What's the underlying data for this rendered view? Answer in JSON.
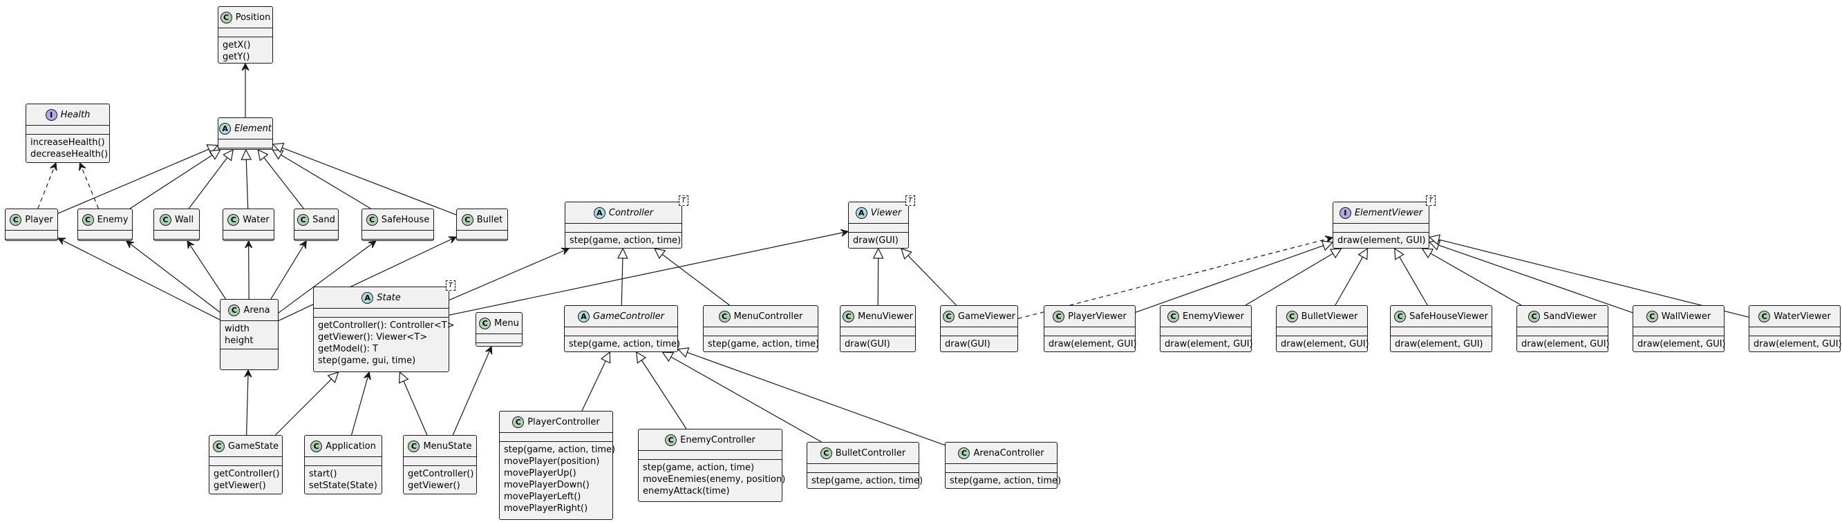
{
  "classes": {
    "position": {
      "name": "Position",
      "kind": "C",
      "methods": [
        "getX()",
        "getY()"
      ]
    },
    "element": {
      "name": "Element",
      "kind": "A"
    },
    "health": {
      "name": "Health",
      "kind": "I",
      "methods": [
        "increaseHealth()",
        "decreaseHealth()"
      ]
    },
    "player": {
      "name": "Player",
      "kind": "C"
    },
    "enemy": {
      "name": "Enemy",
      "kind": "C"
    },
    "wall": {
      "name": "Wall",
      "kind": "C"
    },
    "water": {
      "name": "Water",
      "kind": "C"
    },
    "sand": {
      "name": "Sand",
      "kind": "C"
    },
    "safehouse": {
      "name": "SafeHouse",
      "kind": "C"
    },
    "bullet": {
      "name": "Bullet",
      "kind": "C"
    },
    "arena": {
      "name": "Arena",
      "kind": "C",
      "fields": [
        "width",
        "height"
      ]
    },
    "state": {
      "name": "State",
      "kind": "A",
      "type_param": "T",
      "methods": [
        "getController(): Controller<T>",
        "getViewer(): Viewer<T>",
        "getModel(): T",
        "step(game, gui, time)"
      ]
    },
    "menu": {
      "name": "Menu",
      "kind": "C"
    },
    "gamestate": {
      "name": "GameState",
      "kind": "C",
      "methods": [
        "getController()",
        "getViewer()"
      ]
    },
    "application": {
      "name": "Application",
      "kind": "C",
      "methods": [
        "start()",
        "setState(State)"
      ]
    },
    "menustate": {
      "name": "MenuState",
      "kind": "C",
      "methods": [
        "getController()",
        "getViewer()"
      ]
    },
    "controller": {
      "name": "Controller",
      "kind": "A",
      "type_param": "T",
      "methods": [
        "step(game, action, time)"
      ]
    },
    "gamecontroller": {
      "name": "GameController",
      "kind": "A",
      "methods": [
        "step(game, action, time)"
      ]
    },
    "menucontroller": {
      "name": "MenuController",
      "kind": "C",
      "methods": [
        "step(game, action, time)"
      ]
    },
    "playercontroller": {
      "name": "PlayerController",
      "kind": "C",
      "methods": [
        "step(game, action, time)",
        "movePlayer(position)",
        "movePlayerUp()",
        "movePlayerDown()",
        "movePlayerLeft()",
        "movePlayerRight()"
      ]
    },
    "enemycontroller": {
      "name": "EnemyController",
      "kind": "C",
      "methods": [
        "step(game, action, time)",
        "moveEnemies(enemy, position)",
        "enemyAttack(time)"
      ]
    },
    "bulletcontroller": {
      "name": "BulletController",
      "kind": "C",
      "methods": [
        "step(game, action, time)"
      ]
    },
    "arenacontroller": {
      "name": "ArenaController",
      "kind": "C",
      "methods": [
        "step(game, action, time)"
      ]
    },
    "viewer": {
      "name": "Viewer",
      "kind": "A",
      "type_param": "T",
      "methods": [
        "draw(GUI)"
      ]
    },
    "menuviewer": {
      "name": "MenuViewer",
      "kind": "C",
      "methods": [
        "draw(GUI)"
      ]
    },
    "gameviewer": {
      "name": "GameViewer",
      "kind": "C",
      "methods": [
        "draw(GUI)"
      ]
    },
    "elementviewer": {
      "name": "ElementViewer",
      "kind": "I",
      "type_param": "T",
      "methods": [
        "draw(element, GUI)"
      ]
    },
    "playerviewer": {
      "name": "PlayerViewer",
      "kind": "C",
      "methods": [
        "draw(element, GUI)"
      ]
    },
    "enemyviewer": {
      "name": "EnemyViewer",
      "kind": "C",
      "methods": [
        "draw(element, GUI)"
      ]
    },
    "bulletviewer": {
      "name": "BulletViewer",
      "kind": "C",
      "methods": [
        "draw(element, GUI)"
      ]
    },
    "safehouseviewer": {
      "name": "SafeHouseViewer",
      "kind": "C",
      "methods": [
        "draw(element, GUI)"
      ]
    },
    "sandviewer": {
      "name": "SandViewer",
      "kind": "C",
      "methods": [
        "draw(element, GUI)"
      ]
    },
    "wallviewer": {
      "name": "WallViewer",
      "kind": "C",
      "methods": [
        "draw(element, GUI)"
      ]
    },
    "waterviewer": {
      "name": "WaterViewer",
      "kind": "C",
      "methods": [
        "draw(element, GUI)"
      ]
    }
  },
  "colors": {
    "box_fill": "#F1F1F1",
    "border": "#181818",
    "class_icon": "#ADD1B2",
    "abstract_icon": "#A9DCDF",
    "interface_icon": "#B4A7E5"
  },
  "relations": [
    {
      "type": "association",
      "from": "element",
      "to": "position"
    },
    {
      "type": "realization",
      "from": "player",
      "to": "health"
    },
    {
      "type": "realization",
      "from": "enemy",
      "to": "health"
    },
    {
      "type": "inheritance",
      "from": "player",
      "to": "element"
    },
    {
      "type": "inheritance",
      "from": "enemy",
      "to": "element"
    },
    {
      "type": "inheritance",
      "from": "wall",
      "to": "element"
    },
    {
      "type": "inheritance",
      "from": "water",
      "to": "element"
    },
    {
      "type": "inheritance",
      "from": "sand",
      "to": "element"
    },
    {
      "type": "inheritance",
      "from": "safehouse",
      "to": "element"
    },
    {
      "type": "inheritance",
      "from": "bullet",
      "to": "element"
    },
    {
      "type": "association",
      "from": "arena",
      "to": "player"
    },
    {
      "type": "association",
      "from": "arena",
      "to": "enemy"
    },
    {
      "type": "association",
      "from": "arena",
      "to": "wall"
    },
    {
      "type": "association",
      "from": "arena",
      "to": "water"
    },
    {
      "type": "association",
      "from": "arena",
      "to": "sand"
    },
    {
      "type": "association",
      "from": "arena",
      "to": "safehouse"
    },
    {
      "type": "association",
      "from": "arena",
      "to": "bullet"
    },
    {
      "type": "association",
      "from": "gamestate",
      "to": "arena"
    },
    {
      "type": "inheritance",
      "from": "gamestate",
      "to": "state"
    },
    {
      "type": "association",
      "from": "application",
      "to": "state"
    },
    {
      "type": "inheritance",
      "from": "menustate",
      "to": "state"
    },
    {
      "type": "association",
      "from": "menustate",
      "to": "menu"
    },
    {
      "type": "association",
      "from": "state",
      "to": "controller"
    },
    {
      "type": "association",
      "from": "state",
      "to": "viewer"
    },
    {
      "type": "inheritance",
      "from": "gamecontroller",
      "to": "controller"
    },
    {
      "type": "inheritance",
      "from": "menucontroller",
      "to": "controller"
    },
    {
      "type": "inheritance",
      "from": "playercontroller",
      "to": "gamecontroller"
    },
    {
      "type": "inheritance",
      "from": "enemycontroller",
      "to": "gamecontroller"
    },
    {
      "type": "inheritance",
      "from": "bulletcontroller",
      "to": "gamecontroller"
    },
    {
      "type": "inheritance",
      "from": "arenacontroller",
      "to": "gamecontroller"
    },
    {
      "type": "inheritance",
      "from": "menuviewer",
      "to": "viewer"
    },
    {
      "type": "inheritance",
      "from": "gameviewer",
      "to": "viewer"
    },
    {
      "type": "dependency",
      "from": "gameviewer",
      "to": "elementviewer"
    },
    {
      "type": "inheritance",
      "from": "playerviewer",
      "to": "elementviewer"
    },
    {
      "type": "inheritance",
      "from": "enemyviewer",
      "to": "elementviewer"
    },
    {
      "type": "inheritance",
      "from": "bulletviewer",
      "to": "elementviewer"
    },
    {
      "type": "inheritance",
      "from": "safehouseviewer",
      "to": "elementviewer"
    },
    {
      "type": "inheritance",
      "from": "sandviewer",
      "to": "elementviewer"
    },
    {
      "type": "inheritance",
      "from": "wallviewer",
      "to": "elementviewer"
    },
    {
      "type": "inheritance",
      "from": "waterviewer",
      "to": "elementviewer"
    }
  ]
}
